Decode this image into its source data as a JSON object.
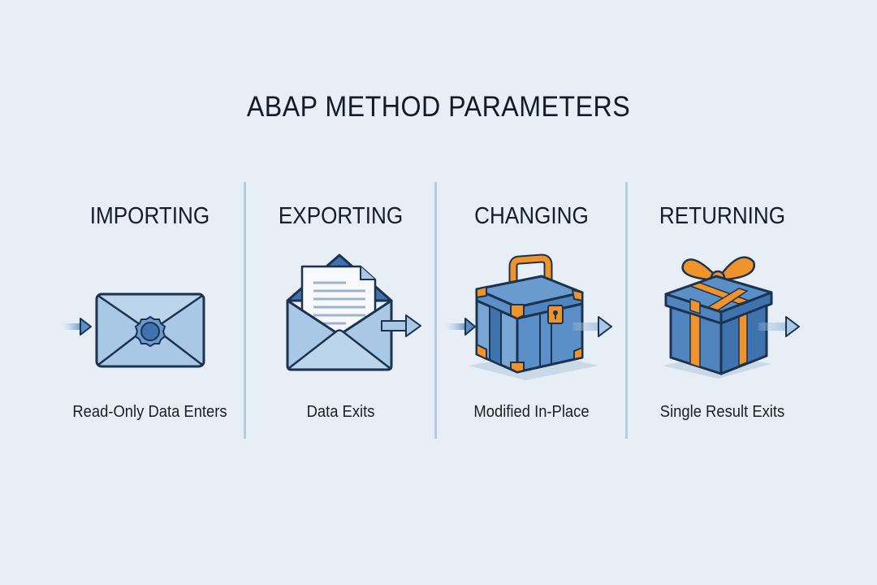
{
  "title": "ABAP METHOD PARAMETERS",
  "columns": [
    {
      "key": "importing",
      "heading": "IMPORTING",
      "icon": "sealed-envelope-icon",
      "arrow": "arrow-in",
      "caption": "Read-Only Data Enters"
    },
    {
      "key": "exporting",
      "heading": "EXPORTING",
      "icon": "open-envelope-with-letter-icon",
      "arrow": "arrow-out",
      "caption": "Data Exits"
    },
    {
      "key": "changing",
      "heading": "CHANGING",
      "icon": "locked-chest-icon",
      "arrow": "arrow-in-and-out",
      "caption": "Modified In-Place"
    },
    {
      "key": "returning",
      "heading": "RETURNING",
      "icon": "gift-box-icon",
      "arrow": "arrow-out",
      "caption": "Single Result Exits"
    }
  ],
  "colors": {
    "background": "#e7eef5",
    "divider": "#b4cde2",
    "outline": "#1c3350",
    "light_blue": "#a9c8e6",
    "mid_blue": "#5a8fc7",
    "dark_blue": "#3f73ad",
    "orange": "#f0932b"
  }
}
